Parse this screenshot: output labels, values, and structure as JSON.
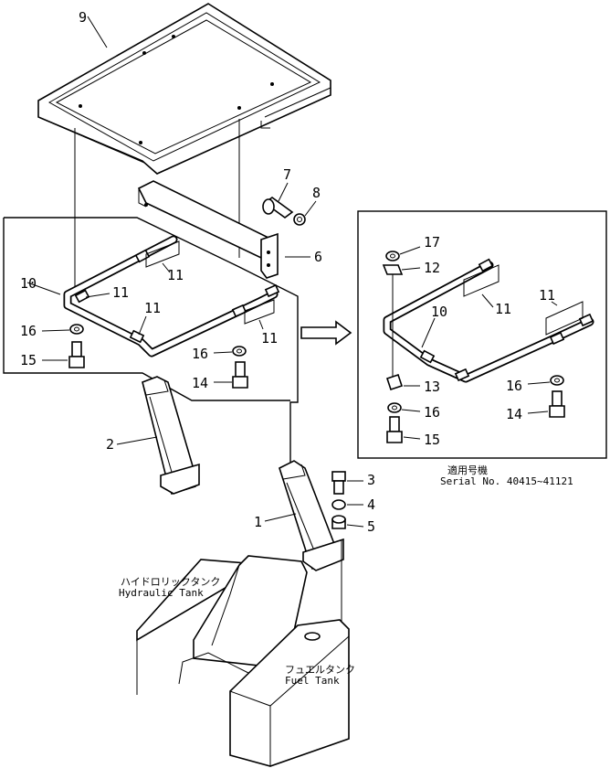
{
  "callouts": {
    "c1": "1",
    "c2": "2",
    "c3": "3",
    "c4": "4",
    "c5": "5",
    "c6": "6",
    "c7": "7",
    "c8": "8",
    "c9": "9",
    "c10": "10",
    "c11a": "11",
    "c11b": "11",
    "c11c": "11",
    "c11d": "11",
    "c14": "14",
    "c15": "15",
    "c16a": "16",
    "c16b": "16"
  },
  "inset": {
    "c17": "17",
    "c12": "12",
    "c11a": "11",
    "c11b": "11",
    "c10": "10",
    "c13": "13",
    "c16a": "16",
    "c16b": "16",
    "c14": "14",
    "c15": "15"
  },
  "serial": {
    "jp": "適用号機",
    "en": "Serial No. 40415~41121"
  },
  "labels": {
    "hydraulic_jp": "ハイドロリックタンク",
    "hydraulic_en": "Hydraulic Tank",
    "fuel_jp": "フュエルタンク",
    "fuel_en": "Fuel Tank"
  }
}
